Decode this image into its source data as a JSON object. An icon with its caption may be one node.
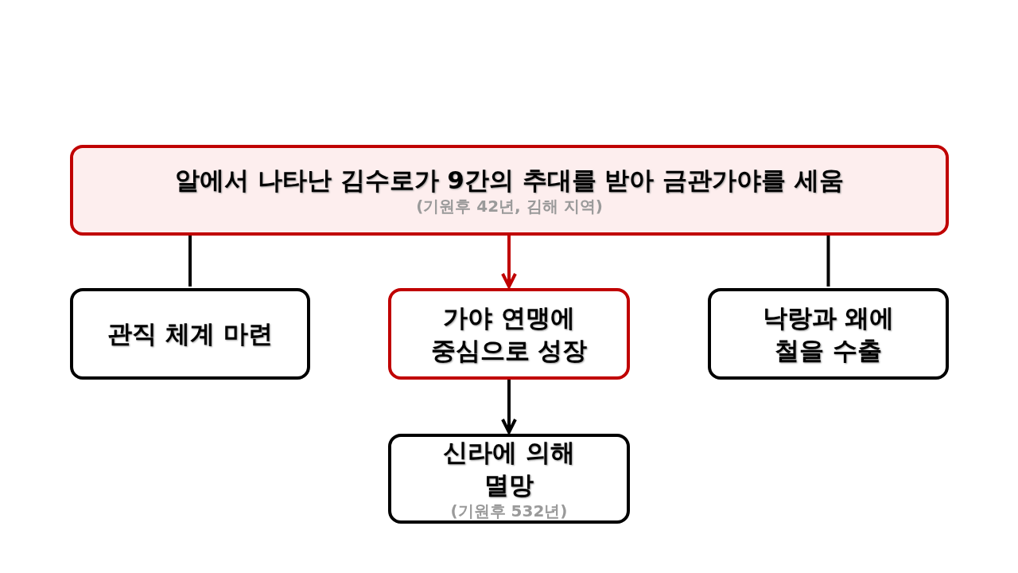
{
  "diagram": {
    "nodes": [
      {
        "text": [
          "알에서 나타난 김수로가 9간의 추대를 받아 금관가야를 세움",
          "(기원후 42년, 김해 지역)"
        ]
      },
      {
        "text": [
          "관직 체계 마련"
        ]
      },
      {
        "text": [
          "가야 연맹에 중심으로 성장"
        ]
      },
      {
        "text": [
          "낙랑과 왜에 철을 수출"
        ]
      },
      {
        "text": [
          "신라에 의해 멸망",
          "(기원후 532년)"
        ]
      }
    ],
    "edges": [
      {
        "from": 0,
        "to": 1,
        "arrow": "none"
      },
      {
        "from": 0,
        "to": 2,
        "arrow": "to",
        "color": "#c00000"
      },
      {
        "from": 0,
        "to": 3,
        "arrow": "none"
      },
      {
        "from": 2,
        "to": 4,
        "arrow": "to"
      }
    ]
  }
}
